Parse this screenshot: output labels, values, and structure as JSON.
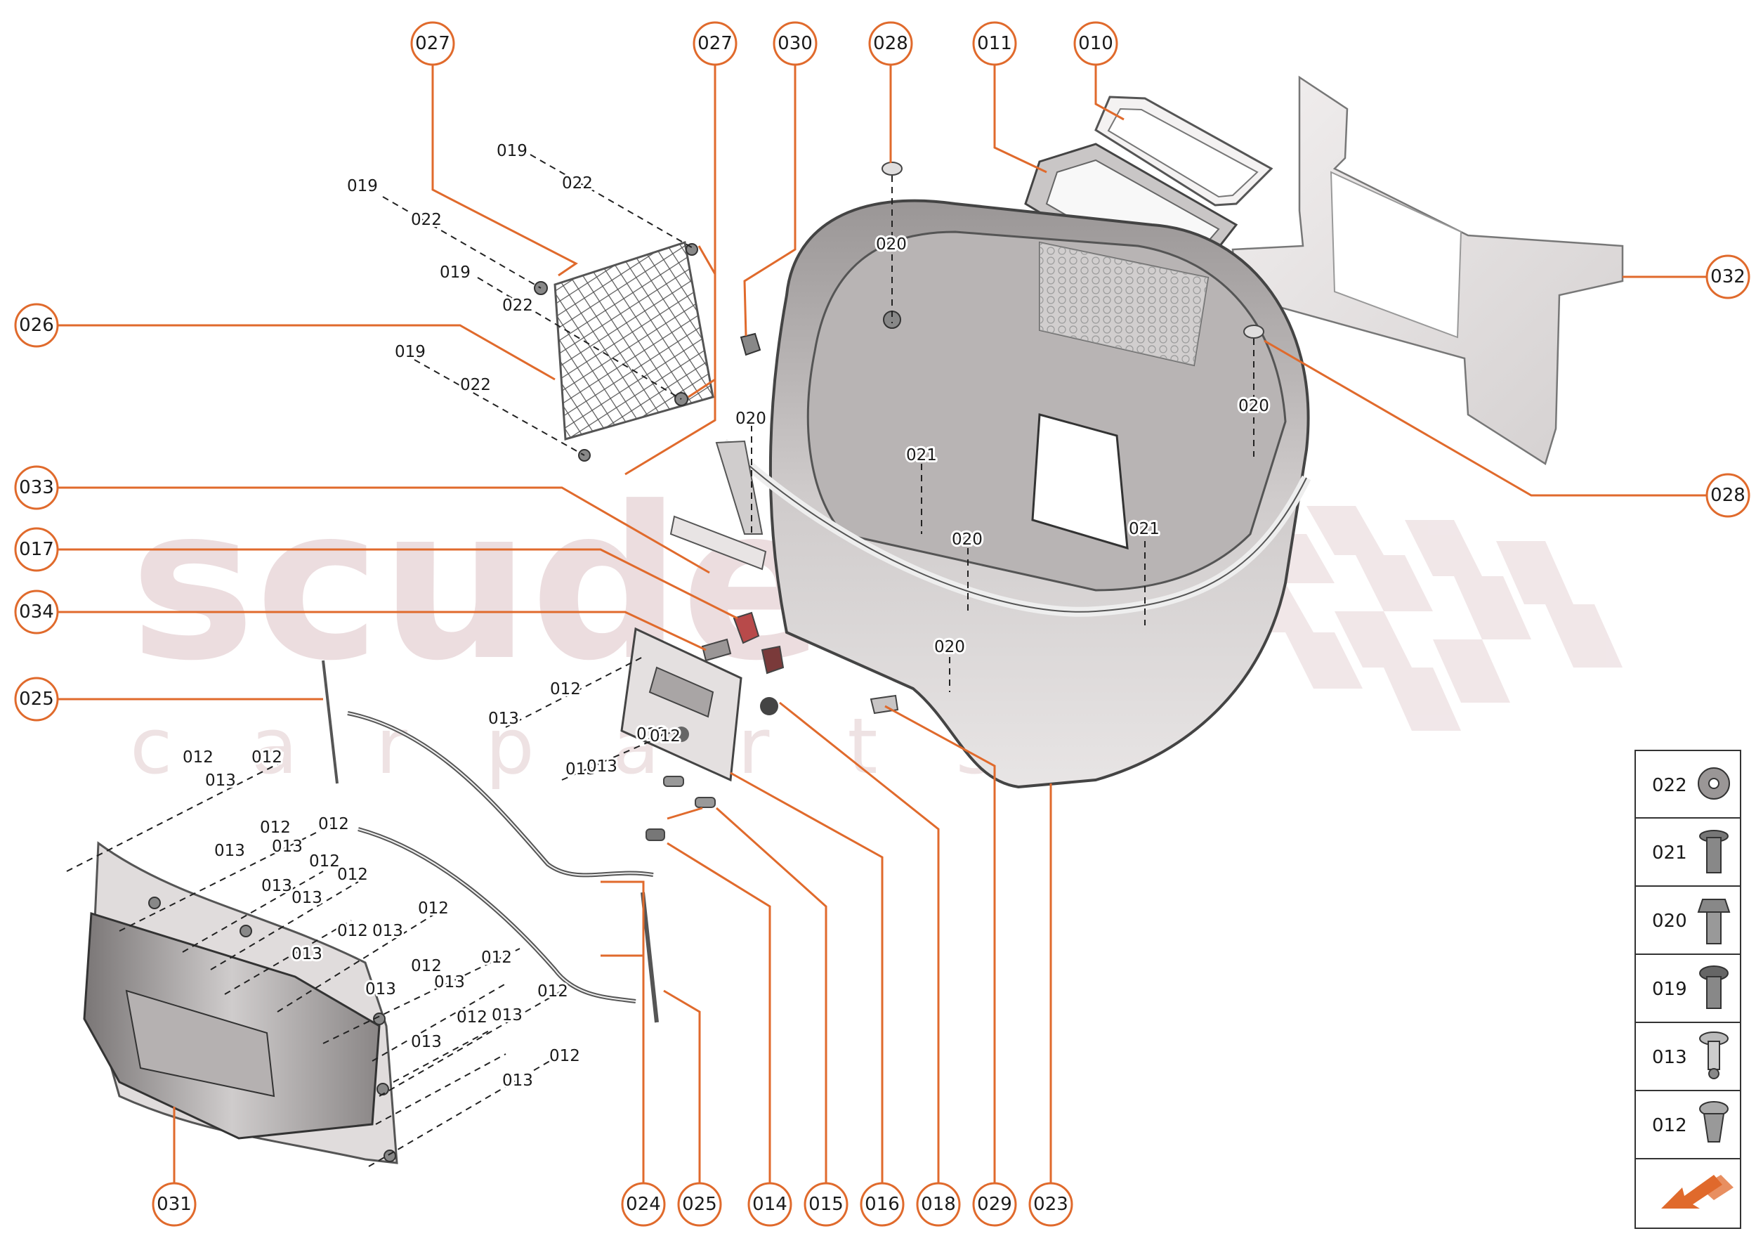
{
  "watermark": {
    "line1": "scuderia",
    "line2": "c a r p a r t s"
  },
  "callouts": {
    "c027a": "027",
    "c027b": "027",
    "c030": "030",
    "c028a": "028",
    "c011": "011",
    "c010": "010",
    "c032": "032",
    "c026": "026",
    "c028b": "028",
    "c033": "033",
    "c017": "017",
    "c034": "034",
    "c025a": "025",
    "c031": "031",
    "c024": "024",
    "c025b": "025",
    "c014": "014",
    "c015": "015",
    "c016": "016",
    "c018": "018",
    "c029": "029",
    "c023": "023"
  },
  "part_labels": {
    "l019a": "019",
    "l022a": "022",
    "l019b": "019",
    "l022b": "022",
    "l019c": "019",
    "l022c": "022",
    "l019d": "019",
    "l022d": "022",
    "l020a": "020",
    "l020b": "020",
    "l020c": "020",
    "l020d": "020",
    "l020e": "020",
    "l021a": "021",
    "l021b": "021",
    "l012a": "012",
    "l013a": "013",
    "l012b": "012",
    "l013b": "013",
    "l012c": "012",
    "l013c": "013",
    "l012d": "012",
    "l013d": "013",
    "l012e": "012",
    "l013e": "013",
    "l012f": "012",
    "l013f": "013",
    "l012g": "012",
    "l013g": "013",
    "l012h": "012",
    "l013h": "013",
    "l012i": "012",
    "l013i": "013",
    "l012j": "012",
    "l013j": "013",
    "l012k": "012",
    "l013k": "013",
    "l012l": "012",
    "l013l": "013",
    "l012m": "012",
    "l013m": "013",
    "l012n": "012",
    "l013n": "013",
    "l012o": "012",
    "l013o": "013",
    "l012p": "012"
  },
  "legend": {
    "items": [
      {
        "label": "022",
        "icon": "washer-icon"
      },
      {
        "label": "021",
        "icon": "screw-icon"
      },
      {
        "label": "020",
        "icon": "hex-bolt-icon"
      },
      {
        "label": "019",
        "icon": "flange-screw-icon"
      },
      {
        "label": "013",
        "icon": "rivet-pin-icon"
      },
      {
        "label": "012",
        "icon": "clip-nut-icon"
      }
    ],
    "arrow_icon": "orientation-arrow-icon"
  },
  "colors": {
    "accent": "#e06a2c",
    "part_fill": "#d8d5d5",
    "part_dark": "#6e6a6a"
  }
}
